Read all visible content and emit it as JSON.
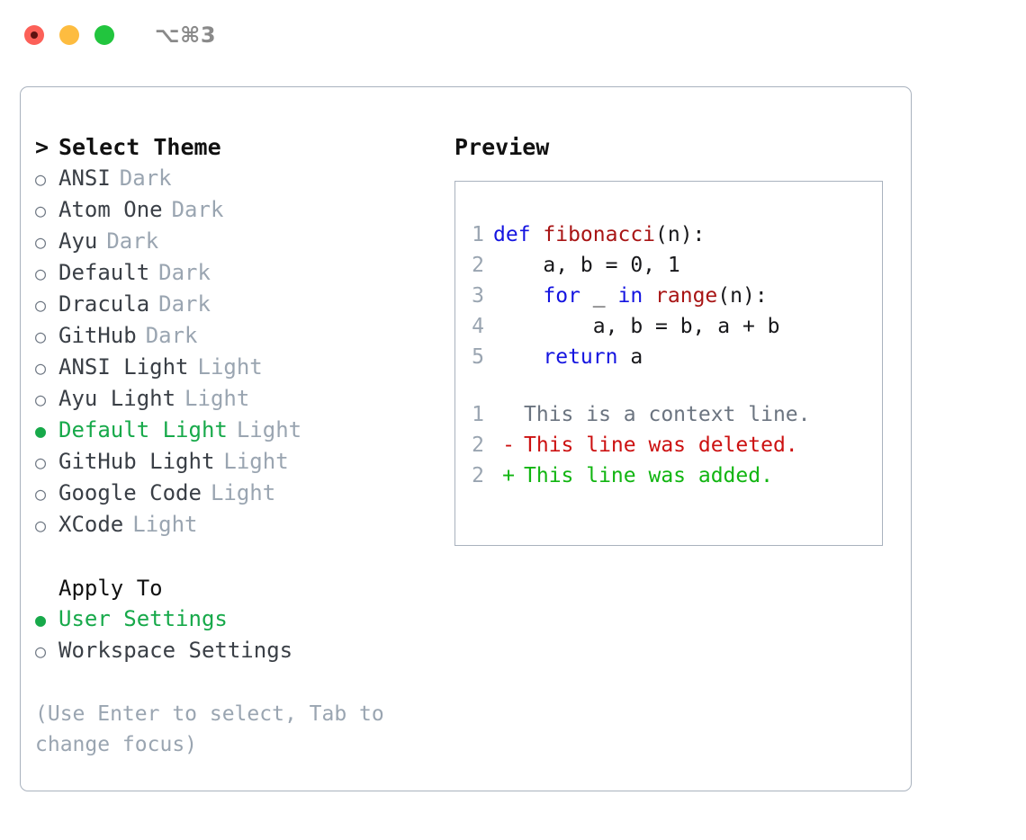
{
  "window": {
    "shortcut_label": "⌥⌘3",
    "traffic_lights": [
      {
        "name": "close",
        "color": "#fc6058"
      },
      {
        "name": "minimize",
        "color": "#fdbc40"
      },
      {
        "name": "maximize",
        "color": "#22c53e"
      }
    ]
  },
  "theme_picker": {
    "header_marker": ">",
    "header": "Select Theme",
    "bullet_selected": "●",
    "bullet_unselected": "○",
    "options": [
      {
        "label": "ANSI",
        "tag": "Dark",
        "selected": false
      },
      {
        "label": "Atom One",
        "tag": "Dark",
        "selected": false
      },
      {
        "label": "Ayu",
        "tag": "Dark",
        "selected": false
      },
      {
        "label": "Default",
        "tag": "Dark",
        "selected": false
      },
      {
        "label": "Dracula",
        "tag": "Dark",
        "selected": false
      },
      {
        "label": "GitHub",
        "tag": "Dark",
        "selected": false
      },
      {
        "label": "ANSI Light",
        "tag": "Light",
        "selected": false
      },
      {
        "label": "Ayu Light",
        "tag": "Light",
        "selected": false
      },
      {
        "label": "Default Light",
        "tag": "Light",
        "selected": true
      },
      {
        "label": "GitHub Light",
        "tag": "Light",
        "selected": false
      },
      {
        "label": "Google Code",
        "tag": "Light",
        "selected": false
      },
      {
        "label": "XCode",
        "tag": "Light",
        "selected": false
      }
    ]
  },
  "apply_to": {
    "title": "Apply To",
    "options": [
      {
        "label": "User Settings",
        "selected": true
      },
      {
        "label": "Workspace Settings",
        "selected": false
      }
    ]
  },
  "hint": "(Use Enter to select, Tab to change focus)",
  "preview": {
    "title": "Preview",
    "code_lines": [
      {
        "number": "1",
        "tokens": [
          {
            "text": "def ",
            "type": "kw"
          },
          {
            "text": "fibonacci",
            "type": "fn"
          },
          {
            "text": "(n):",
            "type": "pun"
          }
        ]
      },
      {
        "number": "2",
        "tokens": [
          {
            "text": "    a, b = 0, 1",
            "type": "plain"
          }
        ]
      },
      {
        "number": "3",
        "tokens": [
          {
            "text": "    ",
            "type": "plain"
          },
          {
            "text": "for",
            "type": "kw"
          },
          {
            "text": " _ ",
            "type": "plain"
          },
          {
            "text": "in",
            "type": "kw"
          },
          {
            "text": " ",
            "type": "plain"
          },
          {
            "text": "range",
            "type": "fn"
          },
          {
            "text": "(n):",
            "type": "pun"
          }
        ]
      },
      {
        "number": "4",
        "tokens": [
          {
            "text": "        a, b = b, a + b",
            "type": "plain"
          }
        ]
      },
      {
        "number": "5",
        "tokens": [
          {
            "text": "    ",
            "type": "plain"
          },
          {
            "text": "return",
            "type": "kw"
          },
          {
            "text": " a",
            "type": "plain"
          }
        ]
      }
    ],
    "diff_lines": [
      {
        "number": "1",
        "marker": " ",
        "text": "This is a context line.",
        "kind": "ctx"
      },
      {
        "number": "2",
        "marker": "-",
        "text": "This line was deleted.",
        "kind": "del"
      },
      {
        "number": "2",
        "marker": "+",
        "text": "This line was added.",
        "kind": "add"
      }
    ]
  },
  "colors": {
    "accent_green": "#17a94a",
    "muted": "#9aa5b1",
    "border": "#a9b2be",
    "keyword": "#1414e0",
    "function": "#a81414",
    "diff_add": "#11b511",
    "diff_del": "#cc1111"
  }
}
